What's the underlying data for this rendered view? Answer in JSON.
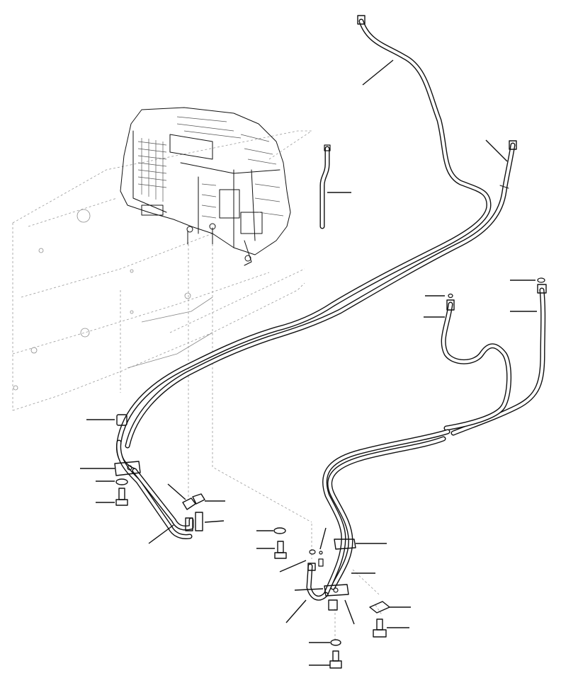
{
  "diagram": {
    "kind": "exploded-parts-view",
    "callout_count": 24,
    "callouts": [
      {
        "target": "long-hose-top"
      },
      {
        "target": "long-hose-end-fitting"
      },
      {
        "target": "short-tube"
      },
      {
        "target": "o-ring-right"
      },
      {
        "target": "hose-right"
      },
      {
        "target": "o-ring-mid"
      },
      {
        "target": "hose-mid"
      },
      {
        "target": "spacer-left"
      },
      {
        "target": "clamp-left"
      },
      {
        "target": "washer-left"
      },
      {
        "target": "bolt-left"
      },
      {
        "target": "tube-assembly-left"
      },
      {
        "target": "connector-a"
      },
      {
        "target": "connector-b"
      },
      {
        "target": "washer-center"
      },
      {
        "target": "bolt-center"
      },
      {
        "target": "o-ring-center"
      },
      {
        "target": "clamp-right"
      },
      {
        "target": "tube-assembly-right"
      },
      {
        "target": "tube-bend-lower"
      },
      {
        "target": "fitting-lower"
      },
      {
        "target": "clip-right"
      },
      {
        "target": "bolt-right"
      },
      {
        "target": "washer-lower"
      },
      {
        "target": "bolt-lower"
      }
    ]
  }
}
